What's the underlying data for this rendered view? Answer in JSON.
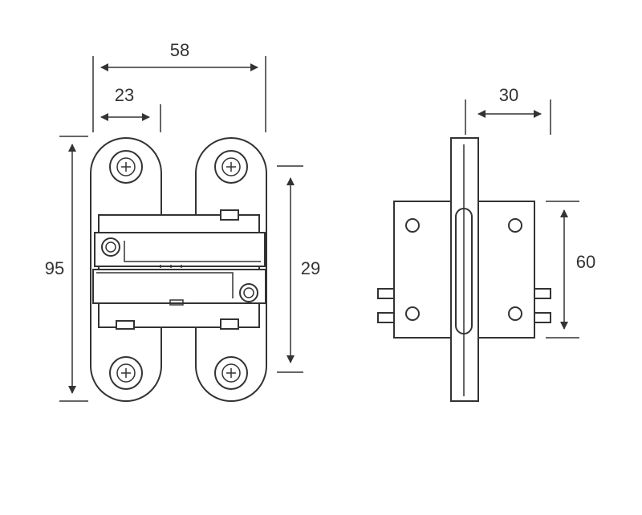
{
  "dimensions": {
    "overall_width": "58",
    "leaf_width": "23",
    "overall_height": "95",
    "body_height": "29",
    "depth": "30",
    "side_height": "60"
  },
  "colors": {
    "stroke": "#333333",
    "background": "#ffffff"
  }
}
